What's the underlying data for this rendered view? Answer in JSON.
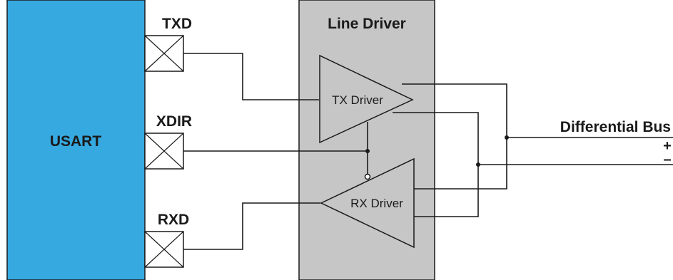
{
  "blocks": {
    "usart": {
      "label": "USART",
      "color": "#36a9e1"
    },
    "line_driver": {
      "label": "Line Driver",
      "color": "#c6c6c6"
    }
  },
  "pins": {
    "txd": "TXD",
    "xdir": "XDIR",
    "rxd": "RXD"
  },
  "drivers": {
    "tx": "TX Driver",
    "rx": "RX Driver"
  },
  "bus": {
    "label": "Differential Bus",
    "plus": "+",
    "minus": "–"
  },
  "colors": {
    "wire": "#1a1a1a",
    "pin_fill": "#ffffff",
    "triangle_fill": "#c6c6c6"
  }
}
